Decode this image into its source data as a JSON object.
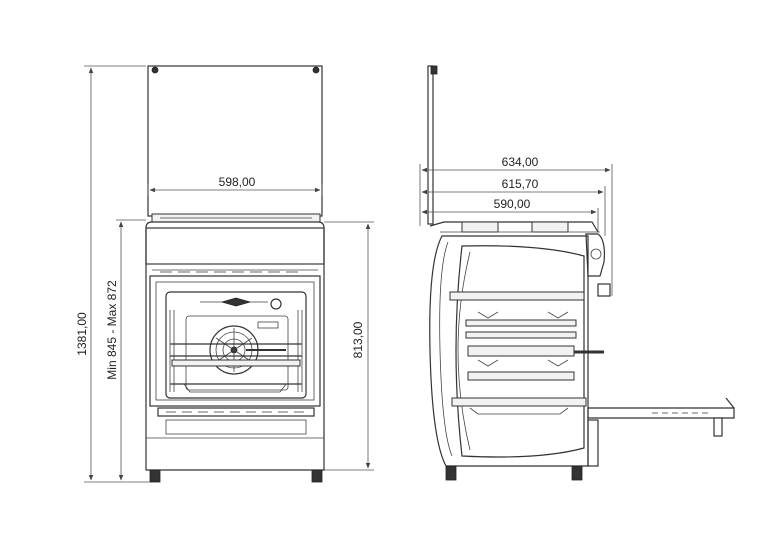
{
  "front_view": {
    "width_dim": "598,00",
    "total_height_dim": "1381,00",
    "adjustable_height_dim": "Min 845 - Max 872",
    "body_height_dim": "813,00"
  },
  "side_view": {
    "depth_dims": [
      "634,00",
      "615,70",
      "590,00"
    ]
  },
  "colors": {
    "line": "#333333",
    "background": "#ffffff"
  }
}
